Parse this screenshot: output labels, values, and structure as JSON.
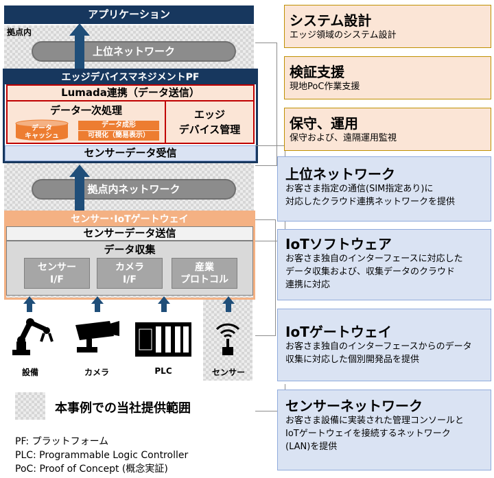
{
  "left": {
    "application": "アプリケーション",
    "site_label": "拠点内",
    "upper_network": "上位ネットワーク",
    "edge_pf": {
      "title": "エッジデバイスマネジメントPF",
      "lumada": "Lumada連携（データ送信）",
      "primary_processing": "データ一次処理",
      "data_cache": "データ\nキャッシュ",
      "data_shaping": "データ成形",
      "visualization": "可視化（簡易表示）",
      "edge_device_mgmt": "エッジ\nデバイス管理",
      "sensor_receive": "センサーデータ受信"
    },
    "site_network": "拠点内ネットワーク",
    "gateway": {
      "title": "センサー･IoTゲートウェイ",
      "sensor_send": "センサーデータ送信",
      "data_collect": "データ収集",
      "sensor_if": "センサー\nI/F",
      "camera_if": "カメラ\nI/F",
      "industrial_protocol": "産業\nプロトコル"
    },
    "devices": [
      "設備",
      "カメラ",
      "PLC",
      "センサー"
    ],
    "legend": "本事例での当社提供範囲",
    "notes": [
      "PF: プラットフォーム",
      "PLC: Programmable Logic Controller",
      "PoC: Proof of Concept (概念実証)"
    ]
  },
  "right": {
    "system_design": {
      "title": "システム設計",
      "text": "エッジ領域のシステム設計"
    },
    "verification": {
      "title": "検証支援",
      "text": "現地PoC作業支援"
    },
    "maintenance": {
      "title": "保守、運用",
      "text": "保守および、遠隔運用監視"
    },
    "upper_network": {
      "title": "上位ネットワーク",
      "text": "お客さま指定の通信(SIM指定あり)に\n対応したクラウド連携ネットワークを提供"
    },
    "iot_software": {
      "title": "IoTソフトウェア",
      "text": "お客さま独自のインターフェースに対応した\nデータ収集および、収集データのクラウド\n連携に対応"
    },
    "iot_gateway": {
      "title": "IoTゲートウェイ",
      "text": "お客さま独自のインターフェースからのデータ\n収集に対応した個別開発品を提供"
    },
    "sensor_network": {
      "title": "センサーネットワーク",
      "text": "お客さま設備に実装された管理コンソールと\nIoTゲートウェイを接続するネットワーク\n(LAN)を提供"
    }
  },
  "colors": {
    "navy": "#17375e",
    "arrow_blue": "#1f4e79",
    "orange": "#f4b183",
    "orange_dark": "#ed7d31",
    "light_orange": "#fbe5d6",
    "light_blue": "#dae3f3",
    "red_border": "#c00000",
    "gray": "#8c8c8c"
  }
}
